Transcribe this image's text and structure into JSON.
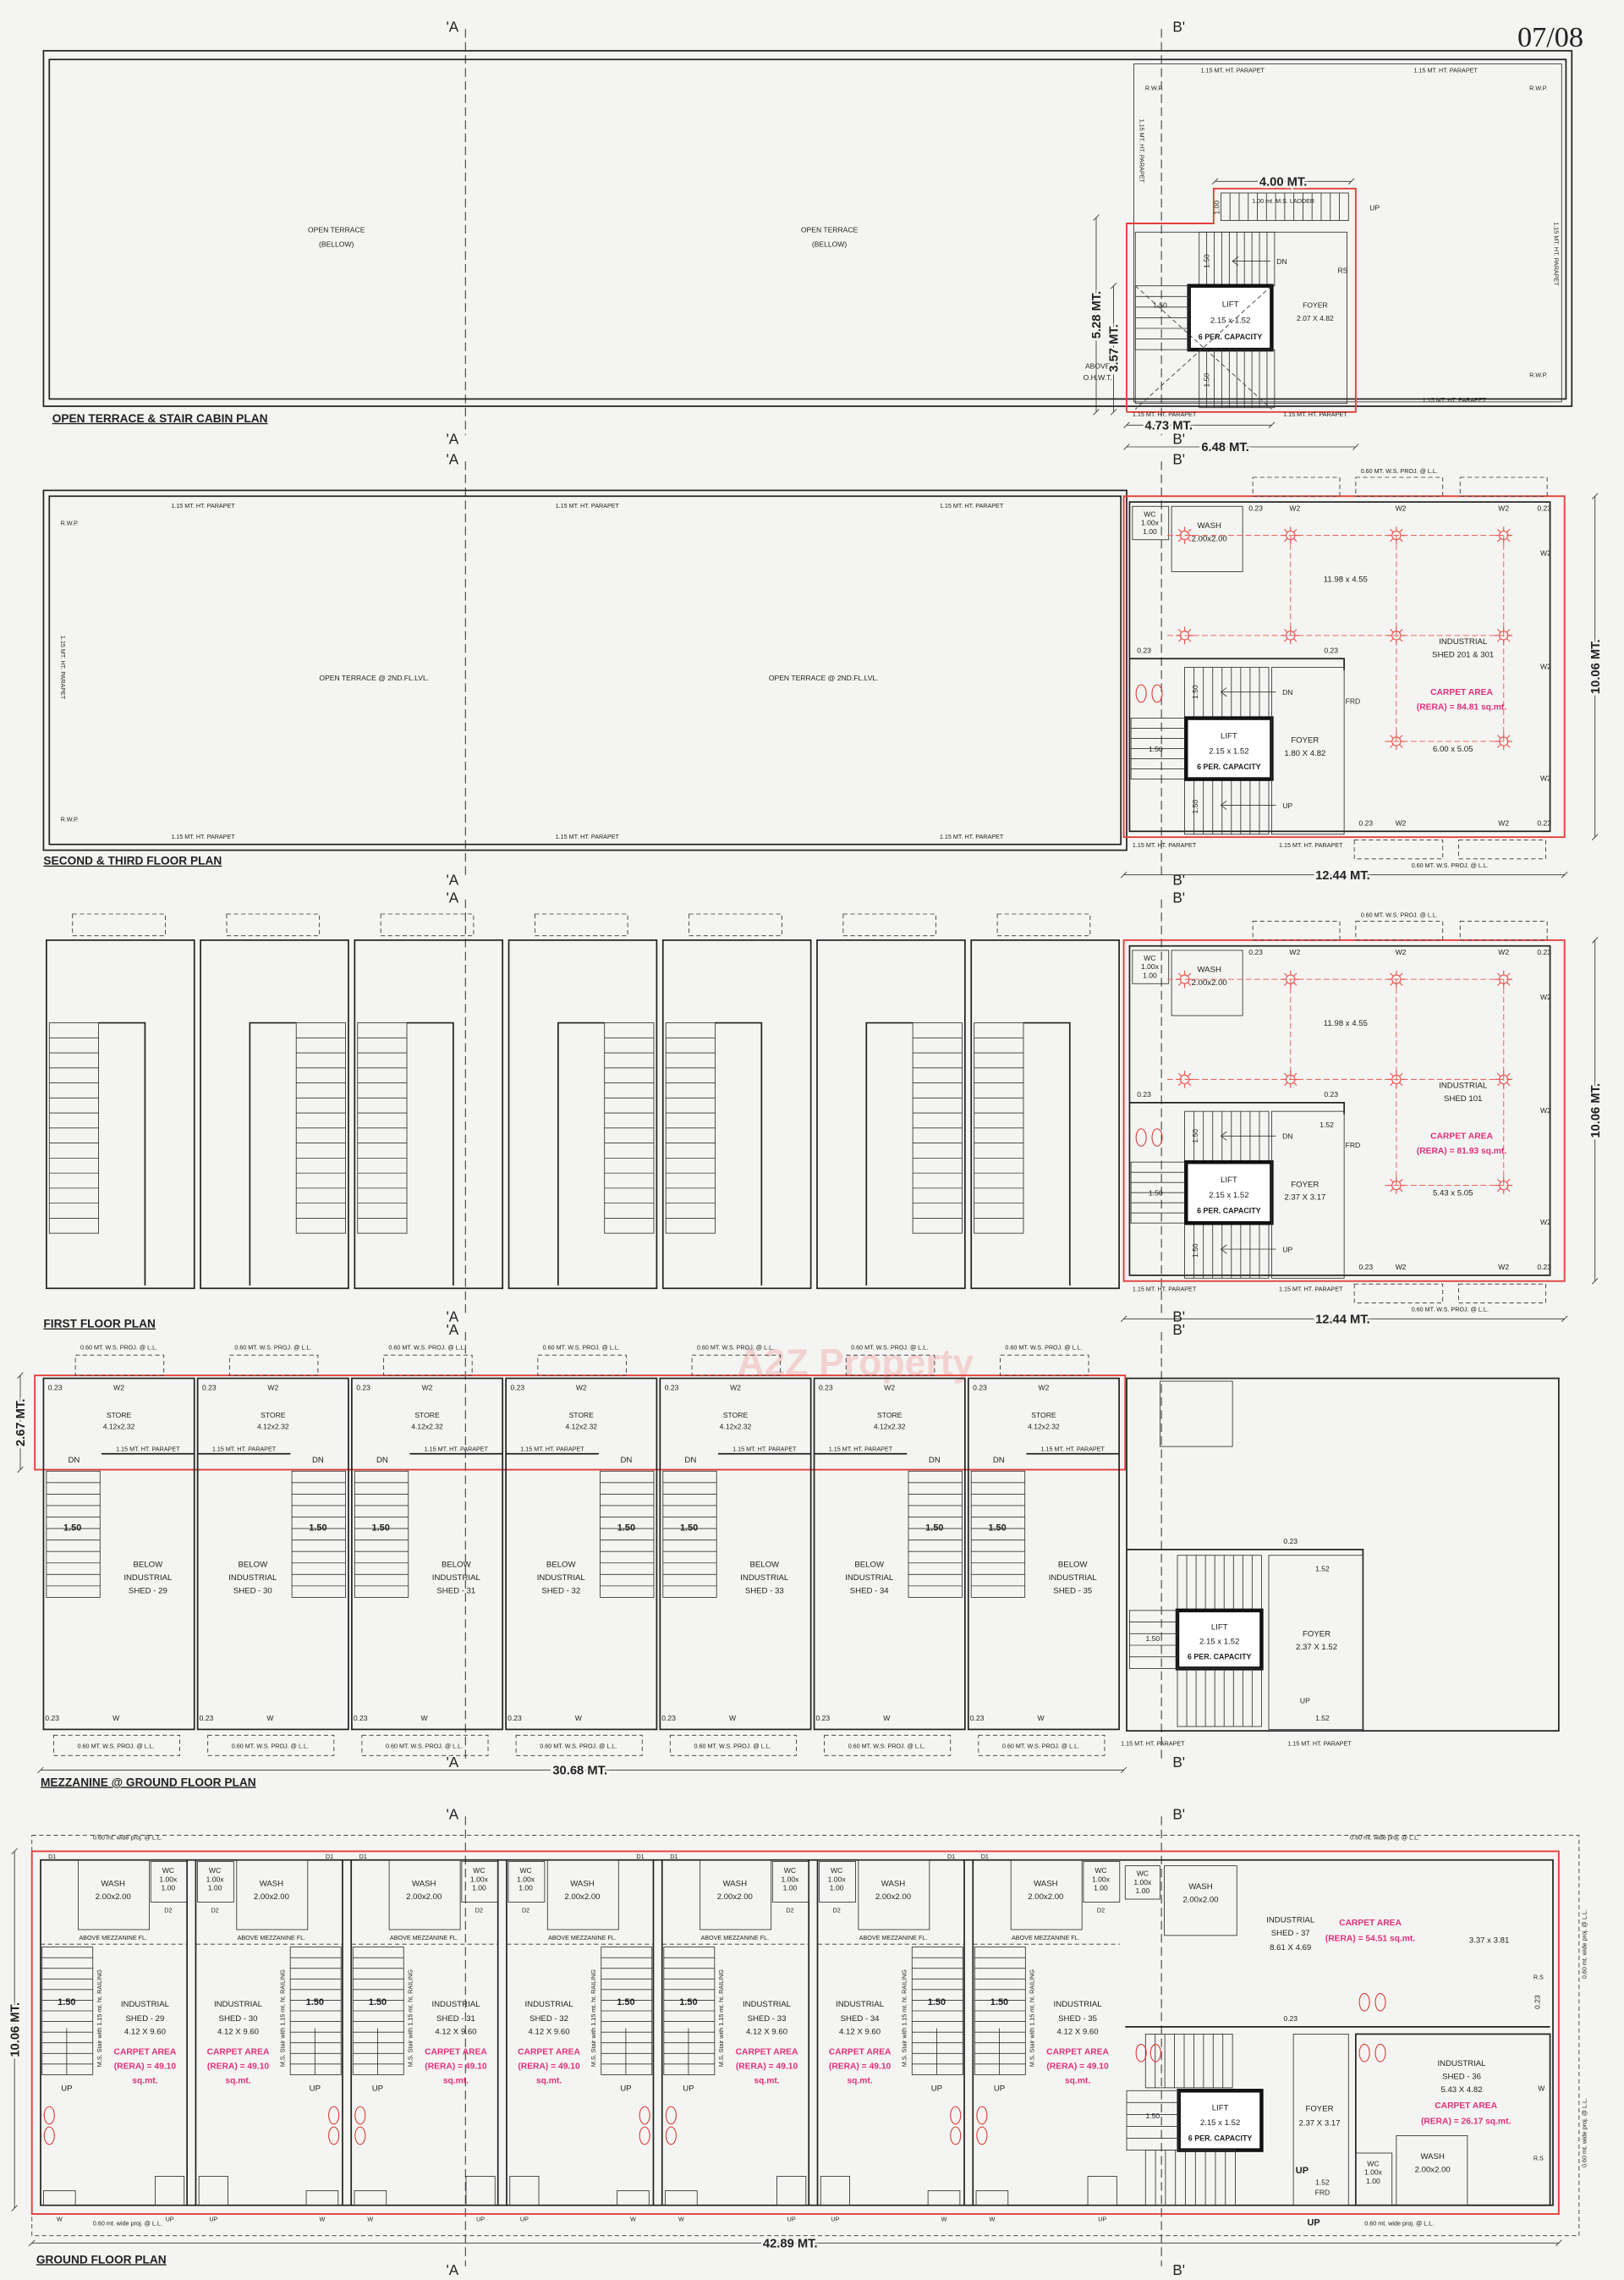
{
  "page_number": "07/08",
  "watermark": "A2Z Property",
  "colors": {
    "line": "#222222",
    "boundary_red": "#e2403a",
    "carpet_magenta": "#e0307a",
    "paper": "#f4f4f2"
  },
  "common": {
    "marker_a": "'A",
    "marker_b": "B'",
    "parapet": "1.15 MT. HT. PARAPET",
    "rwp": "R.W.P.",
    "ws_proj": "0.60 MT. W.S. PROJ. @ L.L.",
    "wide_proj": "0.60 mt. wide proj. @ L.L.",
    "lift": "LIFT",
    "lift_size": "2.15 x 1.52",
    "lift_cap": "6 PER. CAPACITY",
    "wash": "WASH",
    "wash_size": "2.00x2.00",
    "wc": "WC",
    "wc_size_1": "1.00x",
    "wc_size_2": "1.00",
    "foyer": "FOYER",
    "frd": "FRD",
    "dn": "DN",
    "up": "UP",
    "rs": "RS",
    "rs_dot": "R.S",
    "industrial": "INDUSTRIAL",
    "carpet_area": "CARPET AREA",
    "sqmt": "sq.mt.",
    "stair_w": "1.50",
    "stair_w2": "1.52",
    "wall": "0.23",
    "w2": "W2",
    "w": "W",
    "d1": "D1",
    "d2": "D2",
    "above_mezz": "ABOVE MEZZANINE FL.",
    "stair_note": "M.S. Stair with 1.15 mt. ht. RAILING",
    "below": "BELOW",
    "store": "STORE",
    "store_size": "4.12x2.32"
  },
  "terrace_plan": {
    "title": "OPEN TERRACE & STAIR CABIN PLAN",
    "open_terrace": "OPEN TERRACE",
    "bellow": "(BELLOW)",
    "ladder": "1.00 mt. M.S. LADDER",
    "foyer_size": "2.07 X 4.82",
    "above": "ABOVE",
    "ohwt": "O.H.W.T.",
    "dims": {
      "top": "4.00 MT.",
      "ladder": "1.00",
      "h_outer": "5.28 MT.",
      "h_inner": "3.57 MT.",
      "w_inner": "4.73 MT.",
      "w_outer": "6.48 MT."
    }
  },
  "upper_plan": {
    "title": "SECOND & THIRD FLOOR PLAN",
    "open_terrace": "OPEN TERRACE @ 2ND.FL.LVL.",
    "shed": "SHED 201 & 301",
    "rera": "(RERA) = 84.81 sq.mt.",
    "grid1": "11.98 x 4.55",
    "grid2": "6.00 x 5.05",
    "foyer_size": "1.80 X 4.82",
    "dim_w": "12.44 MT.",
    "dim_h": "10.06 MT."
  },
  "first_plan": {
    "title": "FIRST FLOOR PLAN",
    "shed": "SHED 101",
    "rera": "(RERA) = 81.93 sq.mt.",
    "grid1": "11.98 x 4.55",
    "grid2": "5.43 x 5.05",
    "foyer_size": "2.37 X 3.17",
    "dim_w": "12.44 MT.",
    "dim_h": "10.06 MT."
  },
  "mezz_plan": {
    "title": "MEZZANINE @ GROUND FLOOR PLAN",
    "units": [
      "SHED - 29",
      "SHED - 30",
      "SHED - 31",
      "SHED - 32",
      "SHED - 33",
      "SHED - 34",
      "SHED - 35"
    ],
    "foyer_size": "2.37 X 1.52",
    "dim_w": "30.68 MT.",
    "dim_h": "2.67 MT."
  },
  "ground_plan": {
    "title": "GROUND FLOOR PLAN",
    "units": [
      {
        "name": "SHED - 29",
        "size": "4.12 X 9.60",
        "rera": "(RERA) = 49.10"
      },
      {
        "name": "SHED - 30",
        "size": "4.12 X 9.60",
        "rera": "(RERA) = 49.10"
      },
      {
        "name": "SHED - 31",
        "size": "4.12 X 9.60",
        "rera": "(RERA) = 49.10"
      },
      {
        "name": "SHED - 32",
        "size": "4.12 X 9.60",
        "rera": "(RERA) = 49.10"
      },
      {
        "name": "SHED - 33",
        "size": "4.12 X 9.60",
        "rera": "(RERA) = 49.10"
      },
      {
        "name": "SHED - 34",
        "size": "4.12 X 9.60",
        "rera": "(RERA) = 49.10"
      },
      {
        "name": "SHED - 35",
        "size": "4.12 X 9.60",
        "rera": "(RERA) = 49.10"
      }
    ],
    "shed37": {
      "name": "SHED - 37",
      "size": "8.61 X 4.69",
      "rera": "(RERA) = 54.51 sq.mt.",
      "room": "3.37 x 3.81"
    },
    "shed36": {
      "name": "SHED - 36",
      "size": "5.43 X 4.82",
      "rera": "(RERA) = 26.17 sq.mt."
    },
    "foyer_size": "2.37 X 3.17",
    "dim_w": "42.89 MT.",
    "dim_h": "10.06 MT."
  }
}
